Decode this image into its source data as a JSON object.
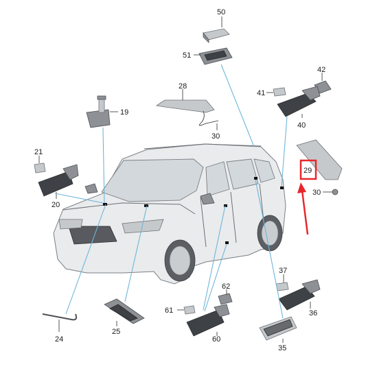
{
  "callouts": {
    "c50": "50",
    "c51": "51",
    "c28": "28",
    "c19": "19",
    "c42": "42",
    "c41": "41",
    "c40": "40",
    "c30a": "30",
    "c21": "21",
    "c20": "20",
    "c29": "29",
    "c30b": "30",
    "c37": "37",
    "c62": "62",
    "c61": "61",
    "c36": "36",
    "c24": "24",
    "c25": "25",
    "c60": "60",
    "c35": "35"
  },
  "highlight": {
    "color": "#e8262b",
    "target": "29"
  },
  "colors": {
    "leader_cyan": "#6fb6d9",
    "highlight_red": "#e8262b"
  },
  "icons": [
    "car-outline",
    "lamp-module",
    "bulb",
    "bracket"
  ]
}
